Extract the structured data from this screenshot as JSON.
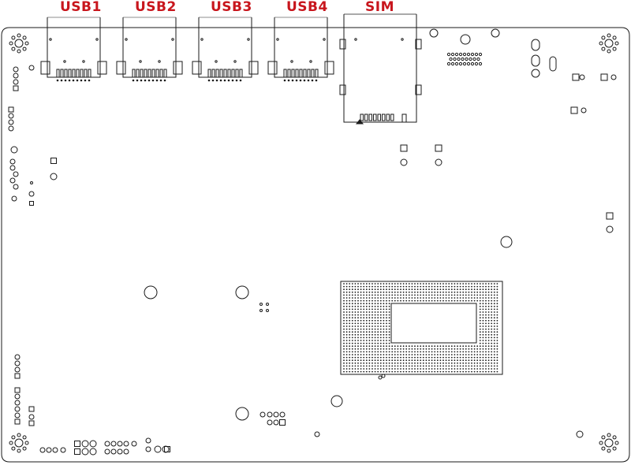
{
  "title": "",
  "connectors": [
    {
      "name": "usb1",
      "label": "USB1"
    },
    {
      "name": "usb2",
      "label": "USB2"
    },
    {
      "name": "usb3",
      "label": "USB3"
    },
    {
      "name": "usb4",
      "label": "USB4"
    },
    {
      "name": "sim",
      "label": "SIM"
    }
  ],
  "colors": {
    "label": "#c8161d",
    "outline": "#1a1a1a",
    "background": "#ffffff"
  }
}
